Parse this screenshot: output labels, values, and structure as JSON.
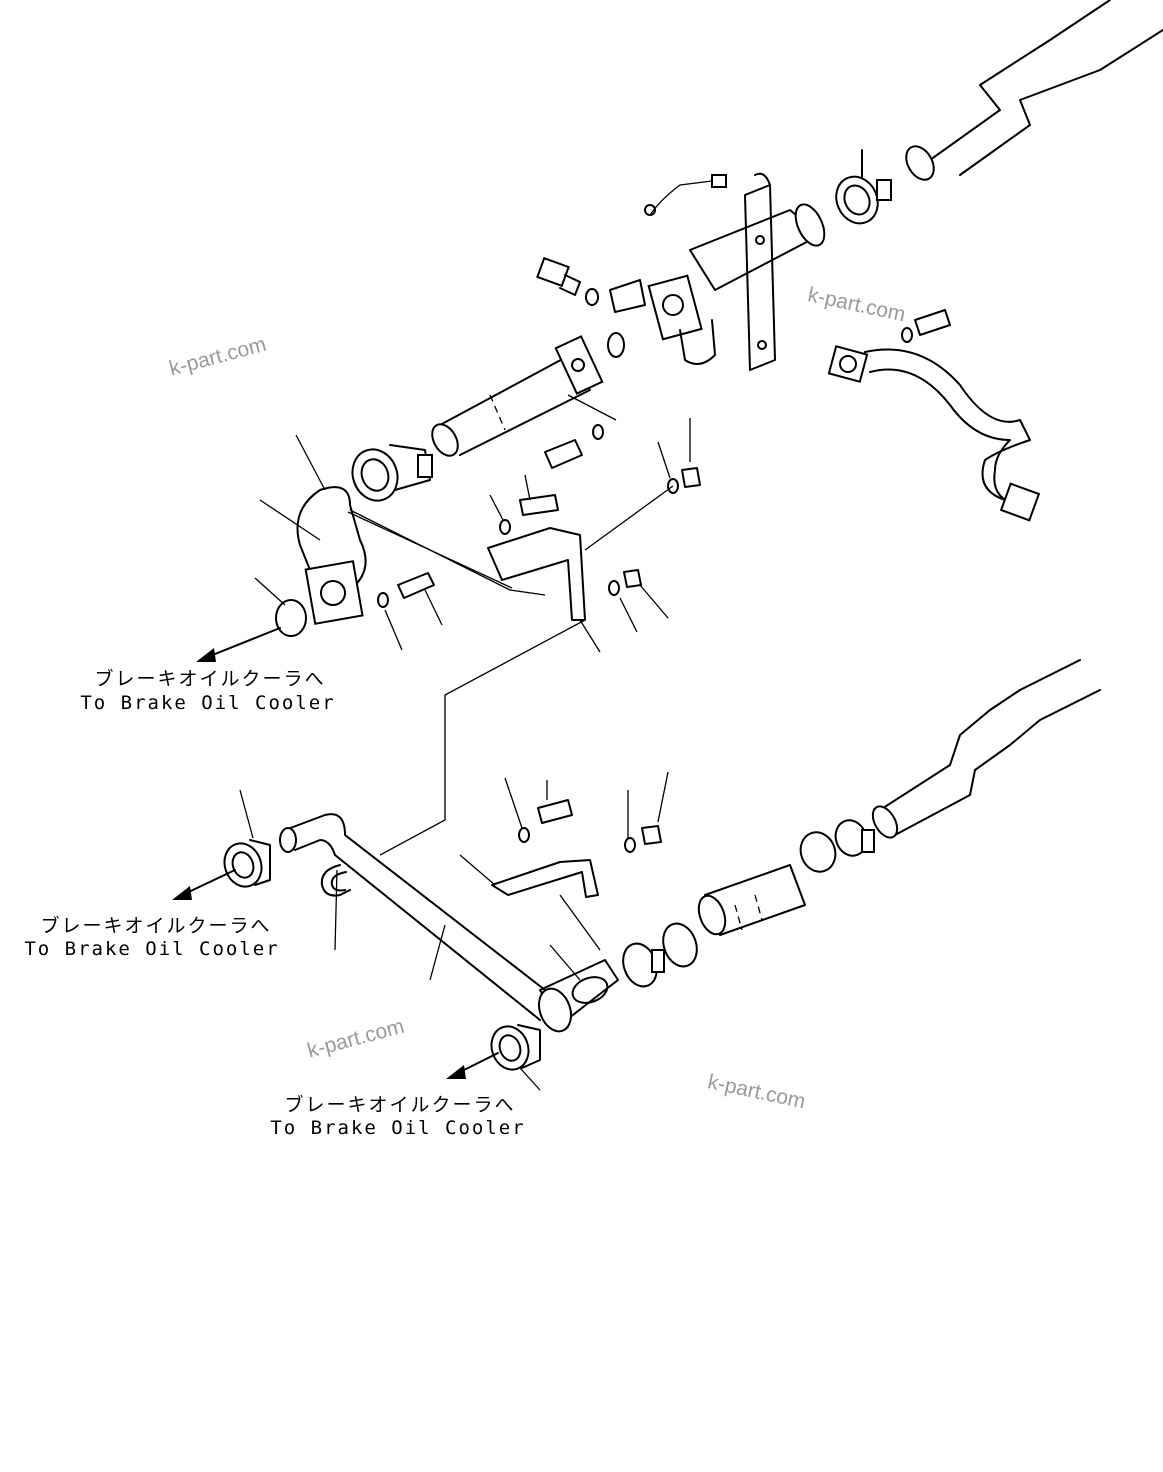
{
  "callouts": [
    {
      "jp": "ブレーキオイルクーラへ",
      "en": "To Brake Oil Cooler"
    },
    {
      "jp": "ブレーキオイルクーラへ",
      "en": "To Brake Oil Cooler"
    },
    {
      "jp": "ブレーキオイルクーラへ",
      "en": "To Brake Oil Cooler"
    }
  ],
  "watermark": "k-part.com",
  "colors": {
    "line": "#000000",
    "watermark": "#9a9a9a",
    "background": "#ffffff"
  }
}
